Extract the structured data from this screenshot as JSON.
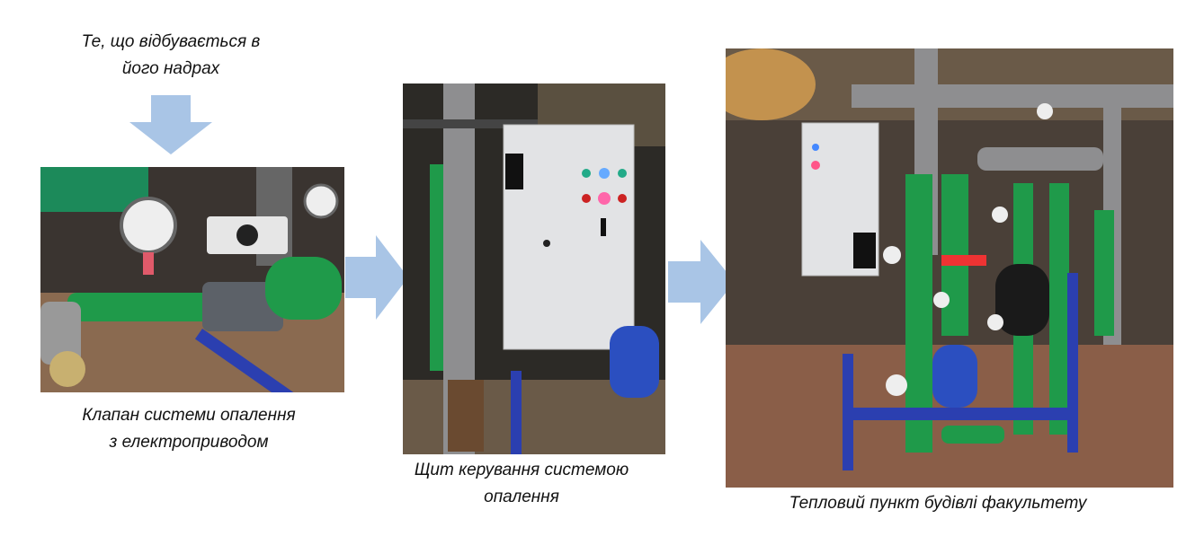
{
  "top_caption": {
    "line1": "Те, що відбувається в",
    "line2": "його надрах"
  },
  "photo1": {
    "caption_line1": "Клапан системи опалення",
    "caption_line2": "з електроприводом"
  },
  "photo2": {
    "caption_line1": "Щит керування системою",
    "caption_line2": "опалення"
  },
  "photo3": {
    "caption_line1": "Тепловий пункт будівлі факультету"
  },
  "colors": {
    "arrow": "#a9c5e6",
    "pipe_green": "#1f9a4a",
    "frame_blue": "#2b3fb0"
  }
}
